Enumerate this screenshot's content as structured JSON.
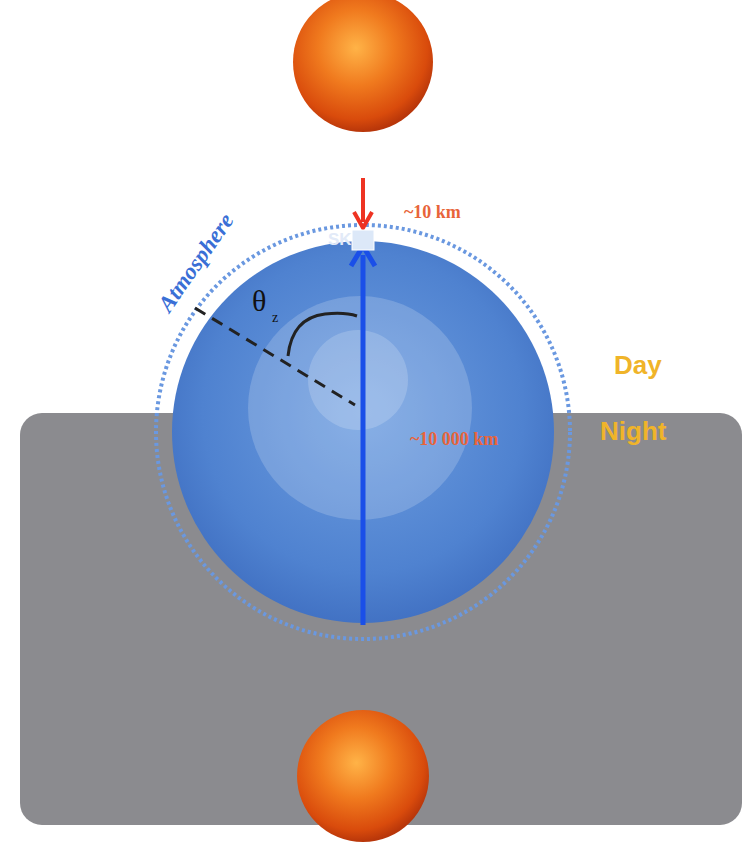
{
  "diagram": {
    "labels": [
      "Atmosphere",
      "~10 km",
      "SK",
      "θ",
      "z",
      "~10 000 km",
      "Day",
      "Night"
    ]
  }
}
